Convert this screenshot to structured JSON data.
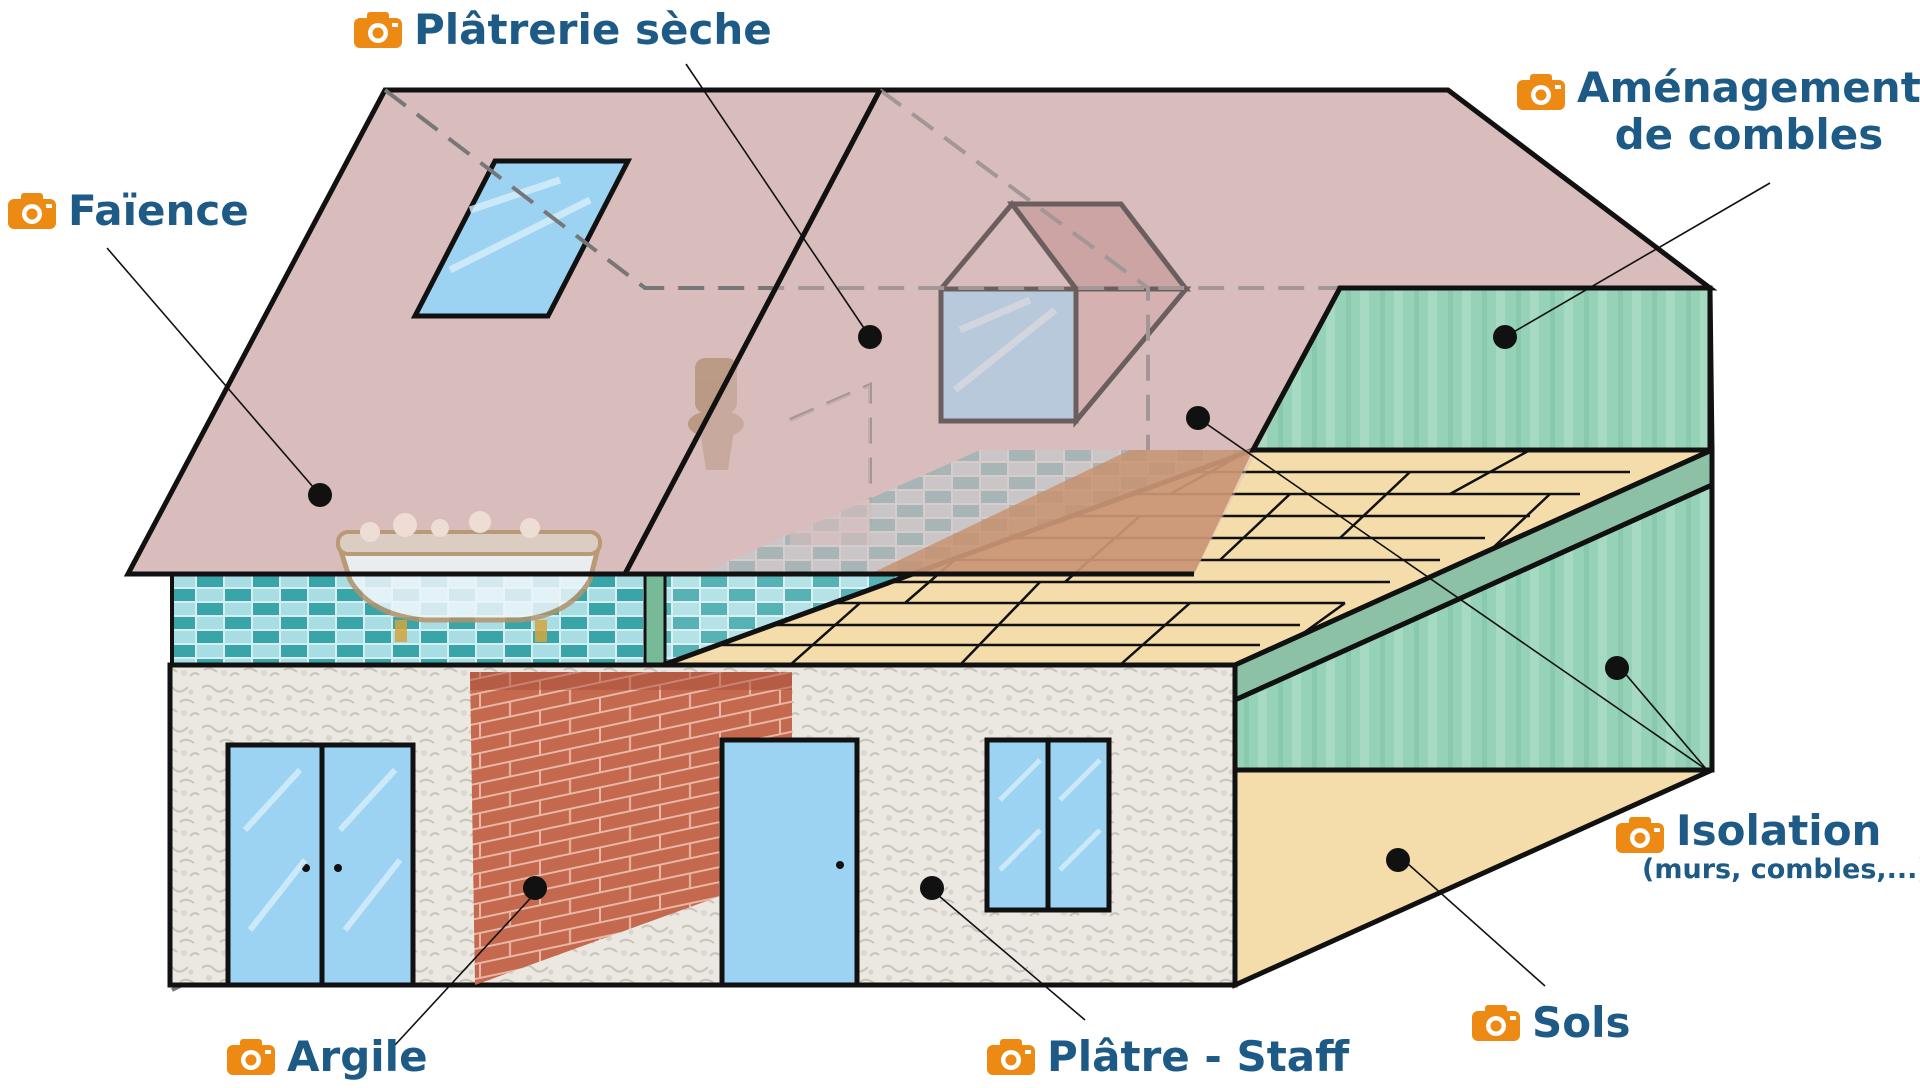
{
  "labels": {
    "platrerie": {
      "text": "Plâtrerie sèche",
      "icon": "camera-icon"
    },
    "faience": {
      "text": "Faïence",
      "icon": "camera-icon"
    },
    "combles": {
      "line1": "Aménagement",
      "line2": "de combles",
      "icon": "camera-icon"
    },
    "isolation": {
      "text": "Isolation",
      "sub": "(murs, combles,...)",
      "icon": "camera-icon"
    },
    "sols": {
      "text": "Sols",
      "icon": "camera-icon"
    },
    "argile": {
      "text": "Argile",
      "icon": "camera-icon"
    },
    "platre_staff": {
      "text": "Plâtre - Staff",
      "icon": "camera-icon"
    }
  },
  "colors": {
    "label_text": "#1d5a85",
    "camera_icon": "#ec8a13",
    "roof": "#d9bcbc",
    "insulation": "#95d2b8",
    "floor_boards": "#f4ddaa",
    "brick": "#c4684e",
    "stone_wall": "#ebe8e2",
    "glass": "#9cd3f2",
    "tile": "#39a5a9"
  }
}
